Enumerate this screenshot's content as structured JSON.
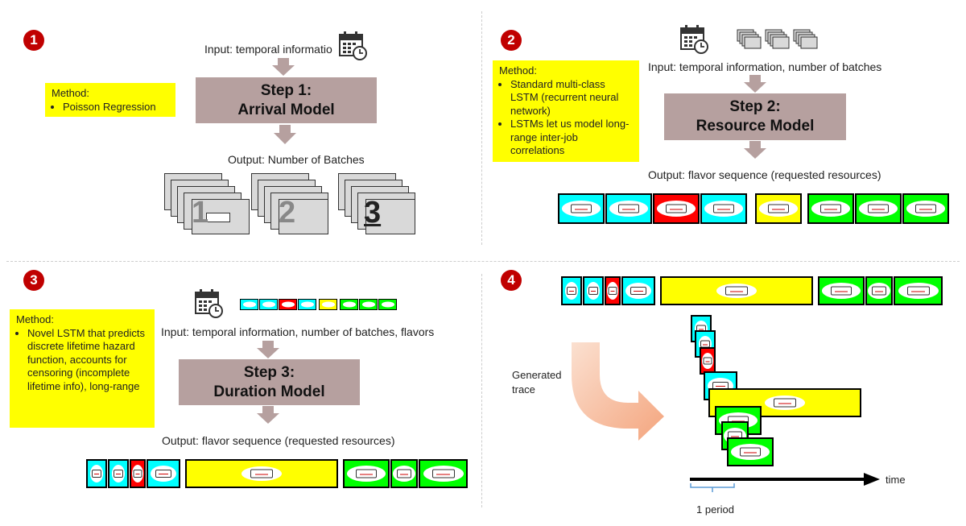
{
  "panels": {
    "p1": {
      "badge": "1",
      "input": "Input: temporal informatio",
      "method_title": "Method:",
      "method_items": [
        "Poisson Regression"
      ],
      "step_line1": "Step 1:",
      "step_line2": "Arrival Model",
      "output": "Output: Number of Batches",
      "batch_numbers": [
        "1",
        "2",
        "3"
      ]
    },
    "p2": {
      "badge": "2",
      "input": "Input: temporal information, number of batches",
      "method_title": "Method:",
      "method_items": [
        "Standard multi-class LSTM (recurrent neural network)",
        "LSTMs let us model long-range inter-job correlations"
      ],
      "step_line1": "Step 2:",
      "step_line2": "Resource Model",
      "output": "Output: flavor sequence (requested resources)"
    },
    "p3": {
      "badge": "3",
      "input": "Input: temporal information, number of batches, flavors",
      "method_title": "Method:",
      "method_items": [
        "Novel LSTM that predicts discrete lifetime hazard function, accounts for censoring (incomplete lifetime info), long-range"
      ],
      "step_line1": "Step 3:",
      "step_line2": "Duration Model",
      "output": "Output: flavor sequence (requested resources)"
    },
    "p4": {
      "badge": "4",
      "generated_label": "Generated\ntrace",
      "time_label": "time",
      "period_label": "1 period"
    }
  },
  "colors": {
    "badge": "#c00000",
    "method_bg": "#ffff00",
    "step_bg": "#b6a09f",
    "arrow": "#b6a09f",
    "cyan": "#00ffff",
    "red": "#ff0000",
    "yellow": "#ffff00",
    "green": "#00ff00",
    "bent_arrow": "#f4b183"
  },
  "icons": {
    "calendar": "calendar-clock-icon",
    "batch": "stacked-cards-icon",
    "vm": "vm-flavor-icon"
  }
}
